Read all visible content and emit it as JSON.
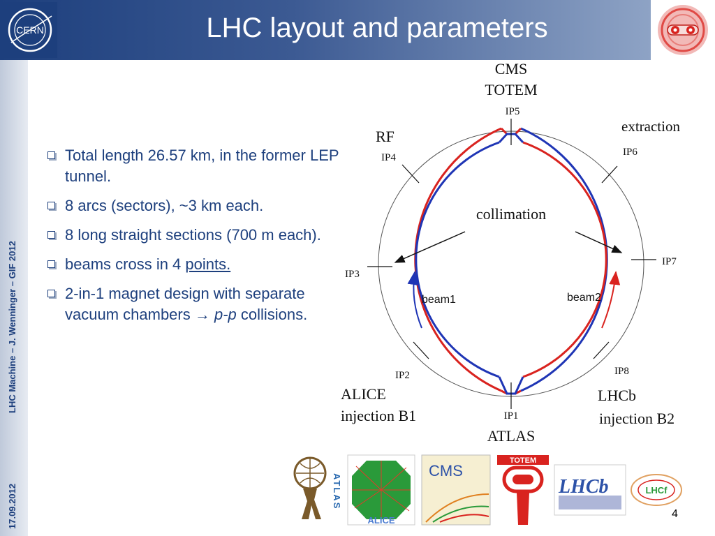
{
  "header": {
    "title": "LHC layout and parameters",
    "cern_logo_text": "CERN"
  },
  "sidebar": {
    "footer": "LHC Machine  –  J. Wenninger – GIF 2012",
    "date": "17.09.2012"
  },
  "bullets": [
    {
      "text": "Total length 26.57 km, in the former LEP tunnel."
    },
    {
      "text": "8 arcs (sectors), ~3 km each."
    },
    {
      "text": "8 long straight sections (700 m each)."
    },
    {
      "pre": "beams cross in 4 ",
      "link": "points."
    },
    {
      "pre": "2-in-1 magnet design with separate  vacuum chambers → ",
      "italic": "p-p",
      "post": " collisions."
    }
  ],
  "diagram": {
    "ip5": "IP5",
    "cms": "CMS",
    "totem": "TOTEM",
    "ip4": "IP4",
    "rf": "RF",
    "ip6": "IP6",
    "extraction": "extraction",
    "ip3": "IP3",
    "ip7": "IP7",
    "collimation": "collimation",
    "beam1": "beam1",
    "beam2": "beam2",
    "ip2": "IP2",
    "alice": "ALICE",
    "injection_b1": "injection B1",
    "ip8": "IP8",
    "lhcb": "LHCb",
    "injection_b2": "injection B2",
    "ip1": "IP1",
    "atlas": "ATLAS",
    "colors": {
      "red": "#d9231f",
      "blue": "#1f35b5"
    }
  },
  "logos": {
    "atlas": "ATLAS",
    "alice": "ALICE",
    "cms": "CMS",
    "totem": "TOTEM",
    "lhcb": "LHCb",
    "lhcf": "LHCf"
  },
  "page_number": "4"
}
